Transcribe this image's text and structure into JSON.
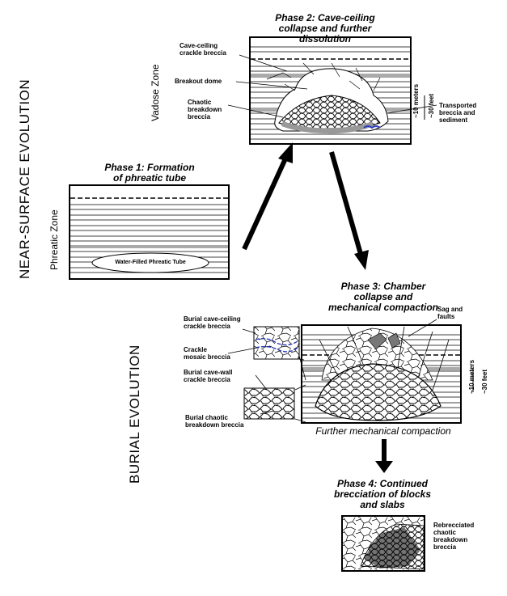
{
  "sections": {
    "near_surface": "NEAR-SURFACE EVOLUTION",
    "burial": "BURIAL EVOLUTION"
  },
  "zones": {
    "vadose": "Vadose Zone",
    "phreatic": "Phreatic Zone"
  },
  "phase1": {
    "title_line1": "Phase 1: Formation",
    "title_line2": "of phreatic tube",
    "tube_label": "Water-Filled Phreatic Tube"
  },
  "phase2": {
    "title_line1": "Phase 2: Cave-ceiling",
    "title_line2": "collapse and further",
    "title_line3": "dissolution",
    "labels": {
      "crackle_1": "Cave-ceiling",
      "crackle_2": "crackle breccia",
      "dome": "Breakout dome",
      "chaotic_1": "Chaotic",
      "chaotic_2": "breakdown",
      "chaotic_3": "breccia",
      "transported_1": "Transported",
      "transported_2": "breccia and",
      "transported_3": "sediment"
    },
    "scale_m": "~10 meters",
    "scale_ft": "~30 feet"
  },
  "phase3": {
    "title_line1": "Phase 3: Chamber",
    "title_line2": "collapse and",
    "title_line3": "mechanical compaction",
    "labels": {
      "burial_crackle_1": "Burial cave-ceiling",
      "burial_crackle_2": "crackle breccia",
      "mosaic_1": "Crackle",
      "mosaic_2": "mosaic breccia",
      "wall_1": "Burial cave-wall",
      "wall_2": "crackle breccia",
      "chaotic_1": "Burial chaotic",
      "chaotic_2": "breakdown breccia",
      "sag_1": "Sag and",
      "sag_2": "faults"
    },
    "further": "Further mechanical compaction",
    "scale_m": "~10 meters",
    "scale_ft": "~30 feet"
  },
  "phase4": {
    "title_line1": "Phase 4: Continued",
    "title_line2": "brecciation of blocks",
    "title_line3": "and slabs",
    "label_1": "Rebrecciated",
    "label_2": "chaotic",
    "label_3": "breakdown",
    "label_4": "breccia"
  }
}
